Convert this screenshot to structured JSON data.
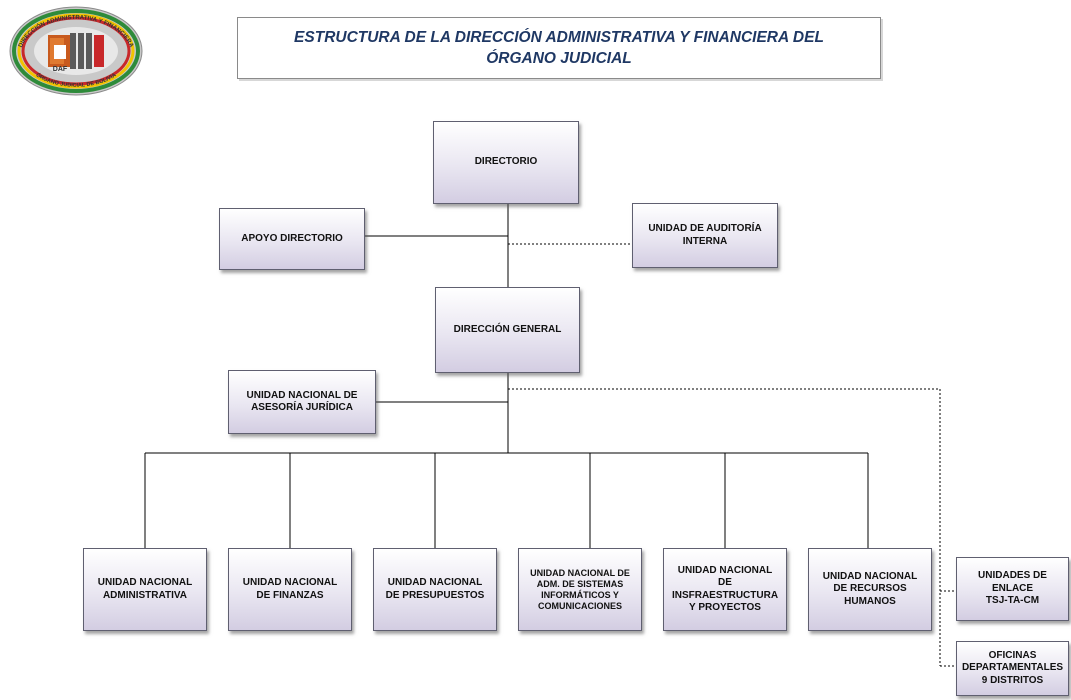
{
  "title": {
    "line1": "ESTRUCTURA DE LA DIRECCIÓN ADMINISTRATIVA Y FINANCIERA DEL",
    "line2": "ÓRGANO JUDICIAL"
  },
  "logo": {
    "center_text": "DAF",
    "ring_text_top": "DIRECCIÓN ADMINISTRATIVA Y FINANCIERA",
    "ring_text_bottom": "ÓRGANO JUDICIAL DE BOLIVIA"
  },
  "nodes": {
    "directorio": "DIRECTORIO",
    "apoyo_directorio": "APOYO DIRECTORIO",
    "auditoria_line1": "UNIDAD  DE AUDITORÍA",
    "auditoria_line2": "INTERNA",
    "direccion_general": "DIRECCIÓN GENERAL",
    "asesoria_line1": "UNIDAD NACIONAL DE",
    "asesoria_line2": "ASESORÍA JURÍDICA",
    "administrativa_line1": "UNIDAD NACIONAL",
    "administrativa_line2": "ADMINISTRATIVA",
    "finanzas_line1": "UNIDAD NACIONAL",
    "finanzas_line2": "DE FINANZAS",
    "presupuestos_line1": "UNIDAD NACIONAL",
    "presupuestos_line2": "DE PRESUPUESTOS",
    "sistemas_line1": "UNIDAD NACIONAL DE",
    "sistemas_line2": "ADM. DE SISTEMAS",
    "sistemas_line3": "INFORMÁTICOS Y",
    "sistemas_line4": "COMUNICACIONES",
    "infra_line1": "UNIDAD NACIONAL",
    "infra_line2": "DE",
    "infra_line3": "INSFRAESTRUCTURA",
    "infra_line4": "Y PROYECTOS",
    "rrhh_line1": "UNIDAD NACIONAL",
    "rrhh_line2": "DE RECURSOS",
    "rrhh_line3": "HUMANOS",
    "enlace_line1": "UNIDADES DE",
    "enlace_line2": "ENLACE",
    "enlace_line3": "TSJ-TA-CM",
    "oficinas_line1": "OFICINAS",
    "oficinas_line2": "DEPARTAMENTALES",
    "oficinas_line3": "9 DISTRITOS"
  },
  "colors": {
    "title_text": "#1f3864",
    "box_fill_top": "#ffffff",
    "box_fill_bottom": "#d3cde2",
    "box_border": "#5f5f70",
    "line": "#000000"
  }
}
